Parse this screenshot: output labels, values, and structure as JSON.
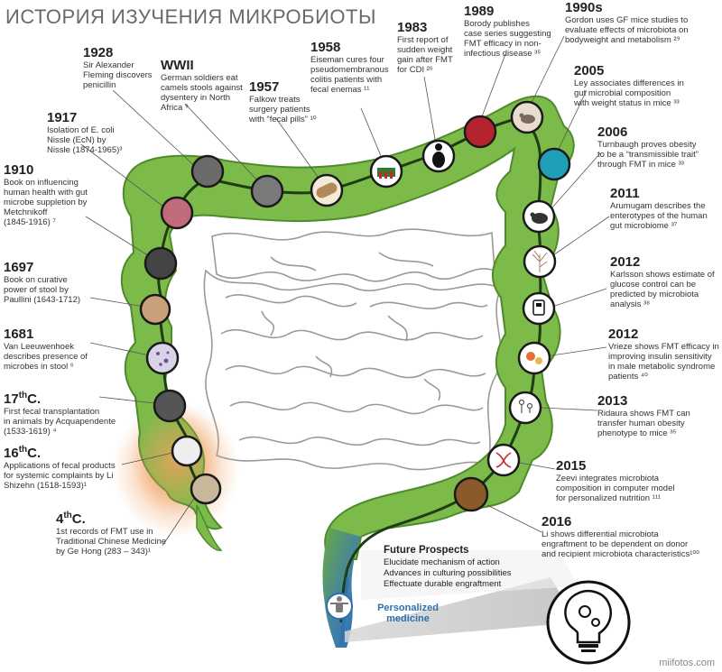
{
  "title": "ИСТОРИЯ ИЗУЧЕНИЯ МИКРОБИОТЫ",
  "events": [
    {
      "year": "4thC.",
      "desc": [
        "1st records of FMT use in",
        "Traditional Chinese Medicine",
        "by Ge Hong (283 – 343)¹"
      ]
    },
    {
      "year": "16thC.",
      "desc": [
        "Applications of fecal products",
        "for systemic complaints by Li",
        "Shizehn (1518-1593)¹"
      ]
    },
    {
      "year": "17thC.",
      "desc": [
        "First fecal transplantation",
        "in animals by Acquapendente",
        "(1533-1619) ⁴"
      ]
    },
    {
      "year": "1681",
      "desc": [
        "Van Leeuwenhoek",
        "describes presence of",
        "microbes in stool ⁶"
      ]
    },
    {
      "year": "1697",
      "desc": [
        "Book on curative",
        "power of stool by",
        "Paullini (1643-1712)"
      ]
    },
    {
      "year": "1910",
      "desc": [
        "Book on influencing",
        "human health with gut",
        "microbe suppletion by",
        "Metchnikoff",
        "(1845-1916) ⁷"
      ]
    },
    {
      "year": "1917",
      "desc": [
        "Isolation of E. coli",
        "Nissle (EcN) by",
        "Nissle (1874-1965)³"
      ]
    },
    {
      "year": "1928",
      "desc": [
        "Sir Alexander",
        "Fleming discovers",
        "penicillin"
      ]
    },
    {
      "year": "WWII",
      "desc": [
        "German soldiers eat",
        "camels stools against",
        "dysentery in North",
        "Africa ⁹"
      ]
    },
    {
      "year": "1957",
      "desc": [
        "Falkow treats",
        "surgery patients",
        "with “fecal pills” ¹⁰"
      ]
    },
    {
      "year": "1958",
      "desc": [
        "Eiseman cures four",
        "pseudomembranous",
        "colitis patients with",
        "fecal enemas ¹¹"
      ]
    },
    {
      "year": "1983",
      "desc": [
        "First report of",
        "sudden weight",
        "gain after FMT",
        "for CDI ²⁶"
      ]
    },
    {
      "year": "1989",
      "desc": [
        "Borody publishes",
        "case series suggesting",
        "FMT efficacy in non-",
        "infectious disease ³⁵"
      ]
    },
    {
      "year": "1990s",
      "desc": [
        "Gordon uses GF mice studies to",
        "evaluate effects of microbiota on",
        "bodyweight and metabolism ²⁹"
      ]
    },
    {
      "year": "2005",
      "desc": [
        "Ley associates differences in",
        "gut microbial composition",
        "with weight status in mice ³³"
      ]
    },
    {
      "year": "2006",
      "desc": [
        "Turnbaugh proves obesity",
        "to be a “transmissible trait”",
        "through FMT in mice ³³"
      ]
    },
    {
      "year": "2011",
      "desc": [
        "Arumugam describes the",
        "enterotypes of the human",
        "gut microbiome ³⁷"
      ]
    },
    {
      "year": "2012",
      "desc": [
        "Karlsson shows estimate of",
        "glucose control can be",
        "predicted by microbiota",
        "analysis ³⁸"
      ]
    },
    {
      "year": "2012",
      "desc": [
        "Vrieze shows FMT efficacy in",
        "improving insulin sensitivity",
        "in male metabolic syndrome",
        "patients ⁴⁰"
      ]
    },
    {
      "year": "2013",
      "desc": [
        "Ridaura shows FMT can",
        "transfer human obesity",
        "phenotype to mice ³⁵"
      ]
    },
    {
      "year": "2015",
      "desc": [
        "Zeevi integrates microbiota",
        "composition in computer model",
        "for personalized nutrition ¹¹¹"
      ]
    },
    {
      "year": "2016",
      "desc": [
        "Li shows differential microbiota",
        "engraftment to be dependent on donor",
        "and recipient microbiota characteristics¹⁰⁰"
      ]
    }
  ],
  "future": {
    "heading": "Future Prospects",
    "items": [
      "Elucidate mechanism of action",
      "Advances in culturing possibilities",
      "Effectuate durable engraftment"
    ]
  },
  "personalized": [
    "Personalized",
    "medicine"
  ],
  "watermark": "miifotos.com",
  "colors": {
    "colon": "#7cba4a",
    "colon_dark": "#4f8a2b",
    "track": "#1f3d12",
    "orange": "#e89a55",
    "blue": "#2d6fb0"
  }
}
